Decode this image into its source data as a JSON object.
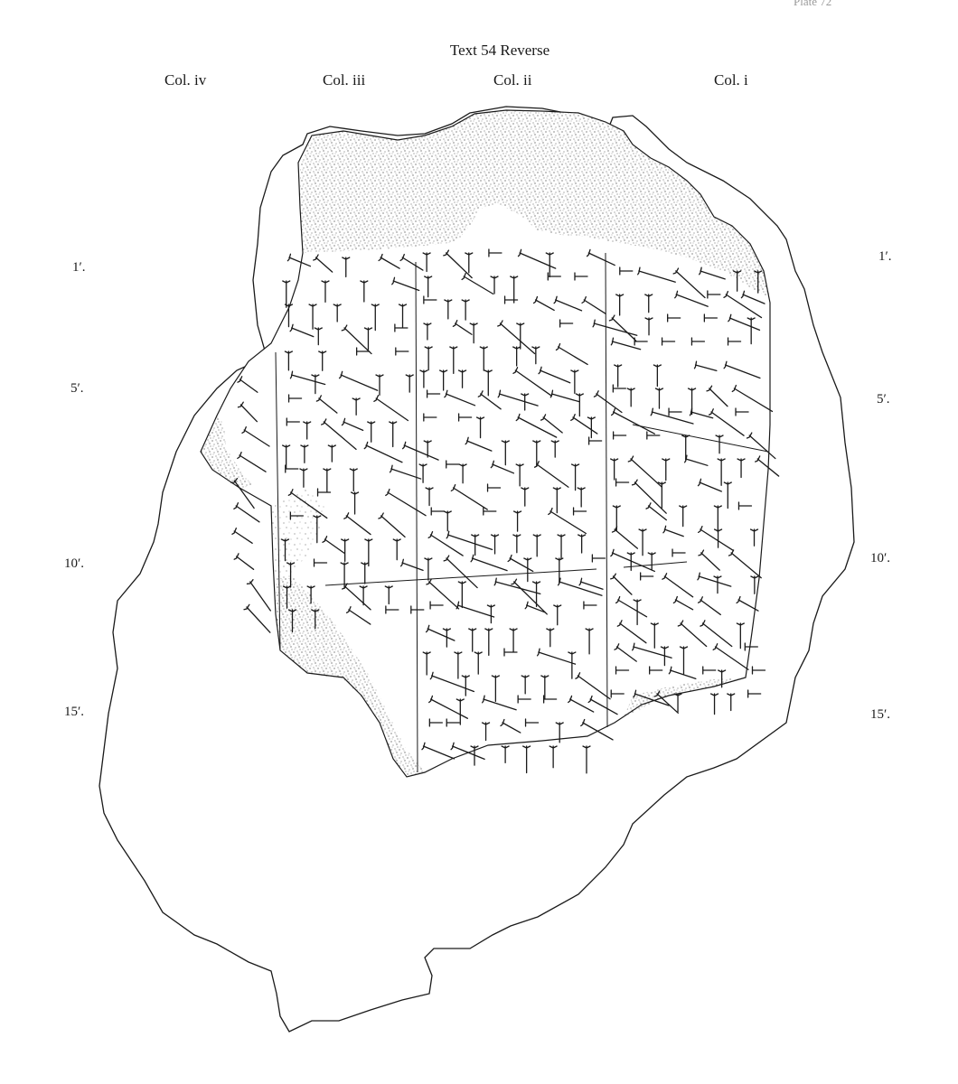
{
  "page_number": "Plate 72",
  "title": "Text 54 Reverse",
  "columns": [
    {
      "id": "col-iv",
      "label": "Col. iv"
    },
    {
      "id": "col-iii",
      "label": "Col. iii"
    },
    {
      "id": "col-ii",
      "label": "Col. ii"
    },
    {
      "id": "col-i",
      "label": "Col. i"
    }
  ],
  "line_numbers": {
    "left": [
      "1′.",
      "5′.",
      "10′.",
      "15′."
    ],
    "right": [
      "1′.",
      "5′.",
      "10′.",
      "15′."
    ]
  },
  "colors": {
    "ink": "#1a1a1a",
    "stipple": "#3a3a3a",
    "paper": "#ffffff"
  }
}
